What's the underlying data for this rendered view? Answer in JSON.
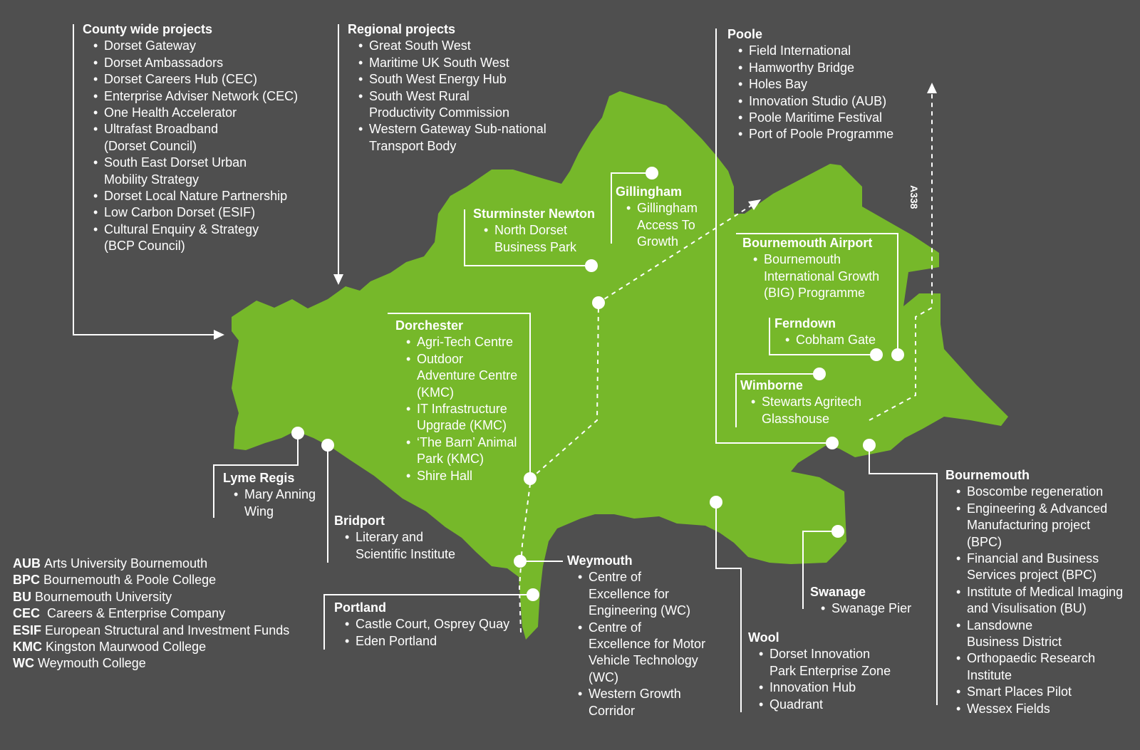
{
  "colors": {
    "background": "#4f4f4f",
    "land": "#76b82a",
    "line": "#ffffff",
    "text": "#ffffff"
  },
  "road_label": "A338",
  "areas": {
    "county": {
      "title": "County wide projects",
      "items": [
        "Dorset Gateway",
        "Dorset Ambassadors",
        "Dorset Careers Hub (CEC)",
        "Enterprise Adviser Network (CEC)",
        "One Health Accelerator",
        "Ultrafast Broadband\n(Dorset Council)",
        "South East Dorset Urban\nMobility Strategy",
        "Dorset Local Nature Partnership",
        "Low Carbon Dorset (ESIF)",
        "Cultural Enquiry & Strategy\n(BCP Council)"
      ]
    },
    "regional": {
      "title": "Regional projects",
      "items": [
        "Great South West",
        "Maritime UK South West",
        "South West Energy Hub",
        "South West Rural\nProductivity Commission",
        "Western Gateway Sub-national\nTransport Body"
      ]
    },
    "poole": {
      "title": "Poole",
      "items": [
        "Field International",
        "Hamworthy Bridge",
        "Holes Bay",
        "Innovation Studio (AUB)",
        "Poole Maritime Festival",
        "Port of Poole Programme"
      ]
    },
    "gillingham": {
      "title": "Gillingham",
      "items": [
        "Gillingham\nAccess To\nGrowth"
      ]
    },
    "sturminster": {
      "title": "Sturminster Newton",
      "items": [
        "North Dorset\nBusiness Park"
      ]
    },
    "airport": {
      "title": "Bournemouth Airport",
      "items": [
        "Bournemouth\nInternational Growth\n(BIG) Programme"
      ]
    },
    "ferndown": {
      "title": "Ferndown",
      "items": [
        "Cobham Gate"
      ]
    },
    "wimborne": {
      "title": "Wimborne",
      "items": [
        "Stewarts Agritech\nGlasshouse"
      ]
    },
    "dorchester": {
      "title": "Dorchester",
      "items": [
        "Agri-Tech Centre",
        "Outdoor\nAdventure Centre\n(KMC)",
        "IT Infrastructure\nUpgrade (KMC)",
        "‘The Barn’ Animal\nPark (KMC)",
        "Shire Hall"
      ]
    },
    "lyme": {
      "title": "Lyme Regis",
      "items": [
        "Mary Anning\nWing"
      ]
    },
    "bridport": {
      "title": "Bridport",
      "items": [
        "Literary and\nScientific Institute"
      ]
    },
    "weymouth": {
      "title": "Weymouth",
      "items": [
        "Centre of\nExcellence for\nEngineering (WC)",
        "Centre of\nExcellence for Motor\nVehicle Technology\n(WC)",
        "Western Growth\nCorridor"
      ]
    },
    "portland": {
      "title": "Portland",
      "items": [
        "Castle Court, Osprey Quay",
        "Eden Portland"
      ]
    },
    "swanage": {
      "title": "Swanage",
      "items": [
        "Swanage Pier"
      ]
    },
    "wool": {
      "title": "Wool",
      "items": [
        "Dorset Innovation\nPark Enterprise Zone",
        "Innovation Hub",
        "Quadrant"
      ]
    },
    "bournemouth": {
      "title": "Bournemouth",
      "items": [
        "Boscombe regeneration",
        "Engineering & Advanced\nManufacturing project\n(BPC)",
        "Financial and Business\nServices project (BPC)",
        "Institute of Medical Imaging\nand Visulisation (BU)",
        "Lansdowne\nBusiness District",
        "Orthopaedic Research\nInstitute",
        "Smart Places Pilot",
        "Wessex Fields"
      ]
    }
  },
  "abbreviations": [
    {
      "abbr": "AUB",
      "text": "Arts University Bournemouth"
    },
    {
      "abbr": "BPC",
      "text": "Bournemouth & Poole College"
    },
    {
      "abbr": "BU",
      "text": "Bournemouth University"
    },
    {
      "abbr": "CEC",
      "text": " Careers & Enterprise Company"
    },
    {
      "abbr": "ESIF",
      "text": "European Structural and Investment Funds"
    },
    {
      "abbr": "KMC",
      "text": "Kingston Maurwood College"
    },
    {
      "abbr": "WC",
      "text": "Weymouth College"
    }
  ]
}
